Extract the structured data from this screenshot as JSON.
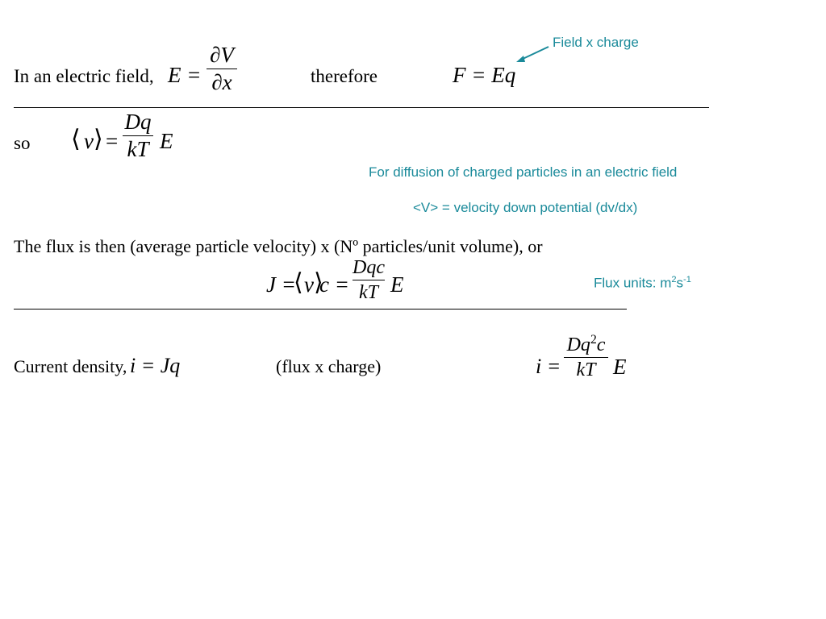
{
  "line1": {
    "intro": "In an  electric field,",
    "e_lhs": "E =",
    "e_num": "∂V",
    "e_den": "∂x",
    "therefore": "therefore",
    "f_eq": "F = Eq"
  },
  "annotation_field": {
    "text": "Field x charge",
    "arrow_icon": "arrow-icon",
    "color": "#1a8a9a"
  },
  "line2": {
    "so": "so",
    "v_open": "⟨",
    "v_var": "v",
    "v_close": "⟩",
    "eq": "=",
    "num": "Dq",
    "den": "kT",
    "e": "E"
  },
  "note_diffusion": "For diffusion of charged particles in an electric field",
  "note_velocity": "<V> = velocity down potential (dv/dx)",
  "line3": {
    "sentence": "The flux is then (average particle velocity) x (Nº particles/unit volume), or"
  },
  "line4": {
    "j_eq": "J =",
    "v_open": "⟨",
    "v_var": "v",
    "v_close": "⟩",
    "c_eq": "c =",
    "num": "Dqc",
    "den": "kT",
    "e": "E",
    "flux_units_prefix": "Flux units: m",
    "flux_units_exp1": "2",
    "flux_units_mid": "s",
    "flux_units_exp2": "-1"
  },
  "line5": {
    "label": "Current density,",
    "i_eq": "i = Jq",
    "paren": "(flux  x charge)",
    "i_lhs": "i =",
    "num_base": "Dq",
    "num_exp": "2",
    "num_tail": "c",
    "den": "kT",
    "e": "E"
  }
}
